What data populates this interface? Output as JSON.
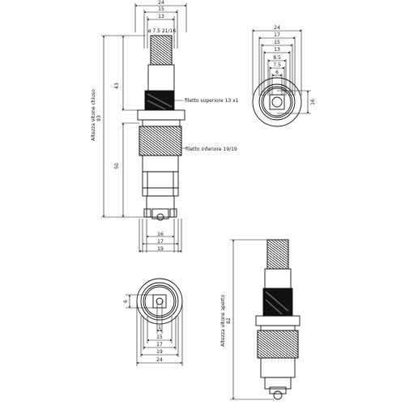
{
  "drawing": {
    "view_a": {
      "top_dims": [
        "24",
        "15",
        "13"
      ],
      "thread_label": "ø 7.5  21/16",
      "dim_43": "43",
      "dim_93": "93",
      "dim_50": "50",
      "height_label": "Altezza vitone chiuso",
      "upper_thread_note": "filetto superiore 13 x1",
      "lower_thread_note": "filetto inferiore 19/19",
      "bottom_dims": [
        "16",
        "17",
        "19"
      ]
    },
    "view_b": {
      "top_dims": [
        "24",
        "17",
        "15",
        "13",
        "8.5",
        "7.5",
        "6"
      ],
      "side_dim": "16"
    },
    "view_c": {
      "side_dim": "6",
      "small_dim": "1",
      "bottom_dims": [
        "15",
        "17",
        "19",
        "24"
      ]
    },
    "view_d": {
      "dim_82": "82",
      "height_label": "Altezza vitone aperto"
    }
  }
}
